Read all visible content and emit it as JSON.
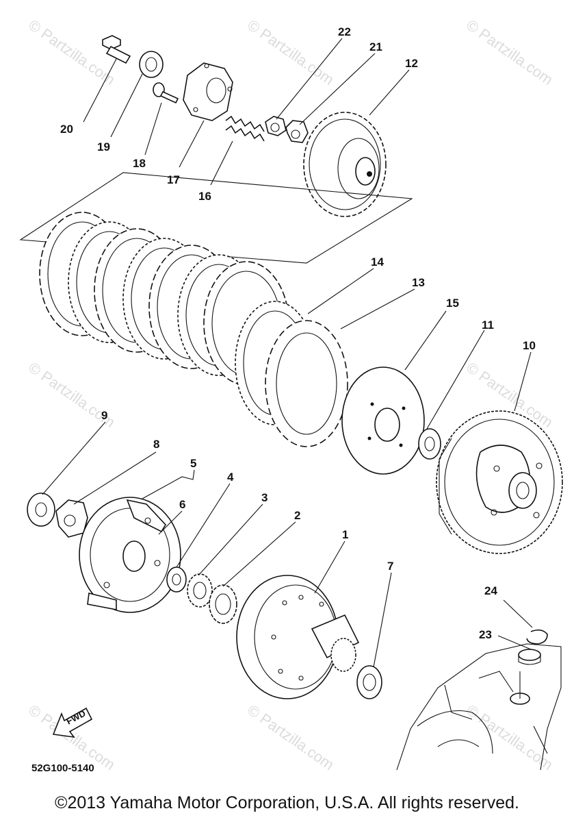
{
  "watermark": "© Partzilla.com",
  "callouts": {
    "c1": "1",
    "c2": "2",
    "c3": "3",
    "c4": "4",
    "c5": "5",
    "c6": "6",
    "c7": "7",
    "c8": "8",
    "c9": "9",
    "c10": "10",
    "c11": "11",
    "c12": "12",
    "c13": "13",
    "c14": "14",
    "c15": "15",
    "c16": "16",
    "c17": "17",
    "c18": "18",
    "c19": "19",
    "c20": "20",
    "c21": "21",
    "c22": "22",
    "c23": "23",
    "c24": "24"
  },
  "direction_label": "FWD",
  "diagram_code": "52G100-5140",
  "copyright": "©2013 Yamaha Motor Corporation, U.S.A. All rights reserved."
}
